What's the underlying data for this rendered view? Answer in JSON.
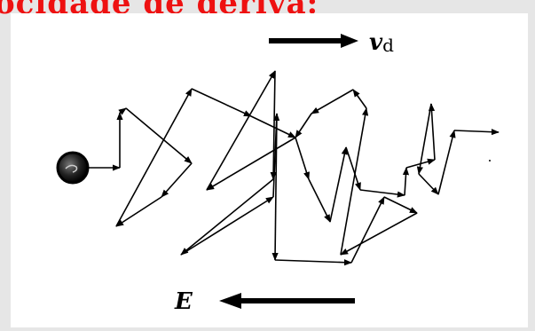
{
  "header": {
    "text": "ocidade de deriva:"
  },
  "labels": {
    "drift_velocity_symbol": "v",
    "drift_velocity_subscript": "d",
    "field_symbol": "E"
  }
}
